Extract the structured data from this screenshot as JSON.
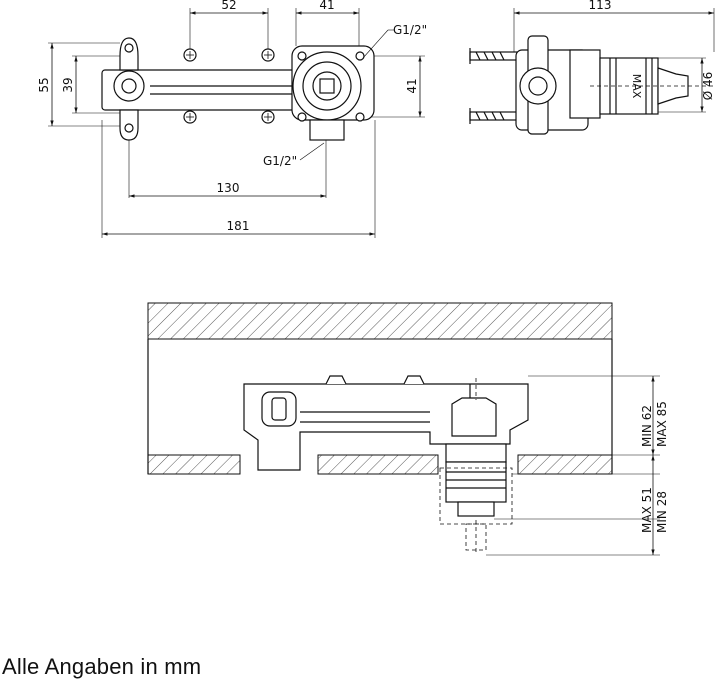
{
  "top_view": {
    "dim_52": "52",
    "dim_41_top": "41",
    "thread_top": "G1/2\"",
    "dim_55": "55",
    "dim_39": "39",
    "dim_41_right": "41",
    "thread_bottom": "G1/2\"",
    "dim_130": "130",
    "dim_181": "181"
  },
  "side_view": {
    "dim_113": "113",
    "dim_46": "Ø 46",
    "max_label": "MAX"
  },
  "section_view": {
    "min_62": "MIN 62",
    "max_85": "MAX 85",
    "max_51": "MAX 51",
    "min_28": "MIN 28"
  },
  "footer": {
    "note": "Alle Angaben in mm"
  }
}
